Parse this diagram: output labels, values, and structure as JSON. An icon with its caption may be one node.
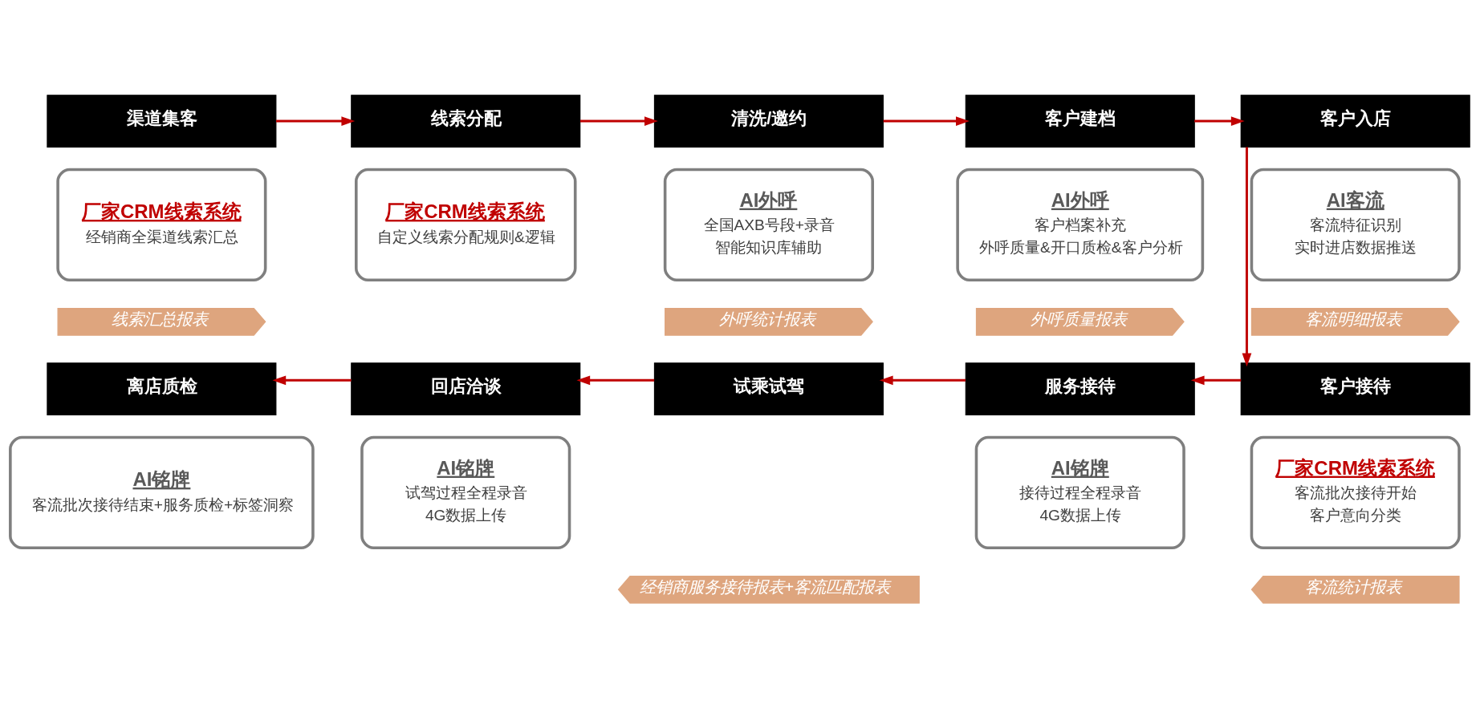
{
  "diagram": {
    "nodes": [
      {
        "text": [
          "渠道集客"
        ]
      },
      {
        "text": [
          "线索分配"
        ]
      },
      {
        "text": [
          "清洗/邀约"
        ]
      },
      {
        "text": [
          "客户建档"
        ]
      },
      {
        "text": [
          "客户入店"
        ]
      },
      {
        "text": [
          "厂家CRM线索系统",
          "经销商全渠道线索汇总"
        ]
      },
      {
        "text": [
          "厂家CRM线索系统",
          "自定义线索分配规则&逻辑"
        ]
      },
      {
        "text": [
          "AI外呼",
          "全国AXB号段+录音",
          "智能知识库辅助"
        ]
      },
      {
        "text": [
          "AI外呼",
          "客户档案补充",
          "外呼质量&开口质检&客户分析"
        ]
      },
      {
        "text": [
          "AI客流",
          "客流特征识别",
          "实时进店数据推送"
        ]
      },
      {
        "text": [
          "线索汇总报表"
        ]
      },
      {
        "text": [
          "外呼统计报表"
        ]
      },
      {
        "text": [
          "外呼质量报表"
        ]
      },
      {
        "text": [
          "客流明细报表"
        ]
      },
      {
        "text": [
          "离店质检"
        ]
      },
      {
        "text": [
          "回店洽谈"
        ]
      },
      {
        "text": [
          "试乘试驾"
        ]
      },
      {
        "text": [
          "服务接待"
        ]
      },
      {
        "text": [
          "客户接待"
        ]
      },
      {
        "text": [
          "AI铭牌",
          "客流批次接待结束+服务质检+标签洞察"
        ]
      },
      {
        "text": [
          "AI铭牌",
          "试驾过程全程录音",
          "4G数据上传"
        ]
      },
      {
        "text": [
          "AI铭牌",
          "接待过程全程录音",
          "4G数据上传"
        ]
      },
      {
        "text": [
          "厂家CRM线索系统",
          "客流批次接待开始",
          "客户意向分类"
        ]
      },
      {
        "text": [
          "经销商服务接待报表+客流匹配报表"
        ]
      },
      {
        "text": [
          "客流统计报表"
        ]
      }
    ],
    "edges": [
      {
        "from": 0,
        "to": 1,
        "arrow": "to"
      },
      {
        "from": 1,
        "to": 2,
        "arrow": "to"
      },
      {
        "from": 2,
        "to": 3,
        "arrow": "to"
      },
      {
        "from": 3,
        "to": 4,
        "arrow": "to"
      },
      {
        "from": 4,
        "to": 18,
        "arrow": "to"
      },
      {
        "from": 18,
        "to": 17,
        "arrow": "to"
      },
      {
        "from": 17,
        "to": 16,
        "arrow": "to"
      },
      {
        "from": 16,
        "to": 15,
        "arrow": "to"
      },
      {
        "from": 15,
        "to": 14,
        "arrow": "to"
      }
    ]
  }
}
